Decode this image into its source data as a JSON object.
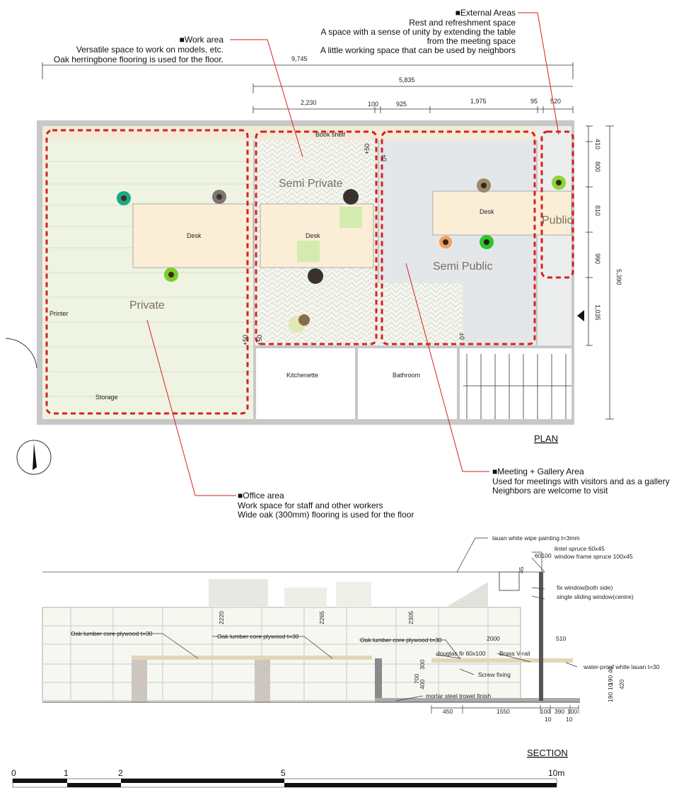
{
  "annotations": {
    "work": {
      "title": "■Work area",
      "lines": [
        "Versatile space to work on models, etc.",
        "Oak herringbone flooring is used for the floor."
      ]
    },
    "external": {
      "title": "■External Areas",
      "lines": [
        "Rest and refreshment space",
        "A space with a sense of unity by extending the table",
        "from the meeting space",
        "A little working space that can be used by neighbors"
      ]
    },
    "meeting": {
      "title": "■Meeting + Gallery Area",
      "lines": [
        "Used for meetings with visitors and as a gallery",
        "Neighbors are welcome to visit"
      ]
    },
    "office": {
      "title": "■Office area",
      "lines": [
        "Work space for staff and other workers",
        "Wide oak (300mm) flooring is used for the floor"
      ]
    }
  },
  "plan": {
    "title": "PLAN",
    "dims_top": {
      "overall": "9,745",
      "right": "5,835",
      "segments": [
        "2,230",
        "100",
        "925",
        "1,975",
        "95",
        "520"
      ]
    },
    "dims_right": {
      "overall": "5,390",
      "segments": [
        "410",
        "800",
        "810",
        "990",
        "1,035"
      ]
    },
    "offsets": [
      "+50",
      "±0",
      "+50",
      "+50",
      "±0"
    ],
    "rooms": {
      "bookshelf": "Book shelf",
      "semi_private": "Semi Private",
      "semi_public": "Semi Public",
      "public": "Public",
      "private": "Private",
      "desk": "Desk",
      "printer": "Printer",
      "storage": "Storage",
      "kitchenette": "Kitchenette",
      "bathroom": "Bathroom"
    }
  },
  "section": {
    "title": "SECTION",
    "labels": {
      "lauan": "lauan white wipe painting t=3mm",
      "lintel": "lintel spruce 60x45",
      "window_frame": "window frame spruce 100x45",
      "fix_window": "fix window(both side)",
      "sliding_window": "single sliding window(centre)",
      "plywood": "Oak lumber core plywood t=30",
      "douglas": "douglas fir 60x100",
      "brass": "Brass V-rail",
      "screw": "Screw fixing",
      "waterproof": "water-proof white lauan t=30",
      "mortar": "mortar steel trowel finish"
    },
    "dims": {
      "heights": [
        "2220",
        "2265",
        "2305"
      ],
      "top_small": [
        "60100",
        "45",
        "45"
      ],
      "d2000": "2000",
      "d510": "510",
      "vert_small": [
        "300",
        "700",
        "400"
      ],
      "right_vert": [
        "190",
        "10",
        "190",
        "40",
        "420"
      ],
      "bottom": [
        "450",
        "1550",
        "100",
        "390",
        "100"
      ],
      "bottom2": [
        "10",
        "10"
      ]
    }
  },
  "scale": {
    "ticks": [
      "0",
      "1",
      "2",
      "5",
      "10m"
    ]
  },
  "colors": {
    "red": "#d6201e",
    "office_floor": "#eef3e2",
    "meeting_floor": "#e4e7ea",
    "desk": "#fbeed6",
    "wall": "#c8c8c8"
  }
}
